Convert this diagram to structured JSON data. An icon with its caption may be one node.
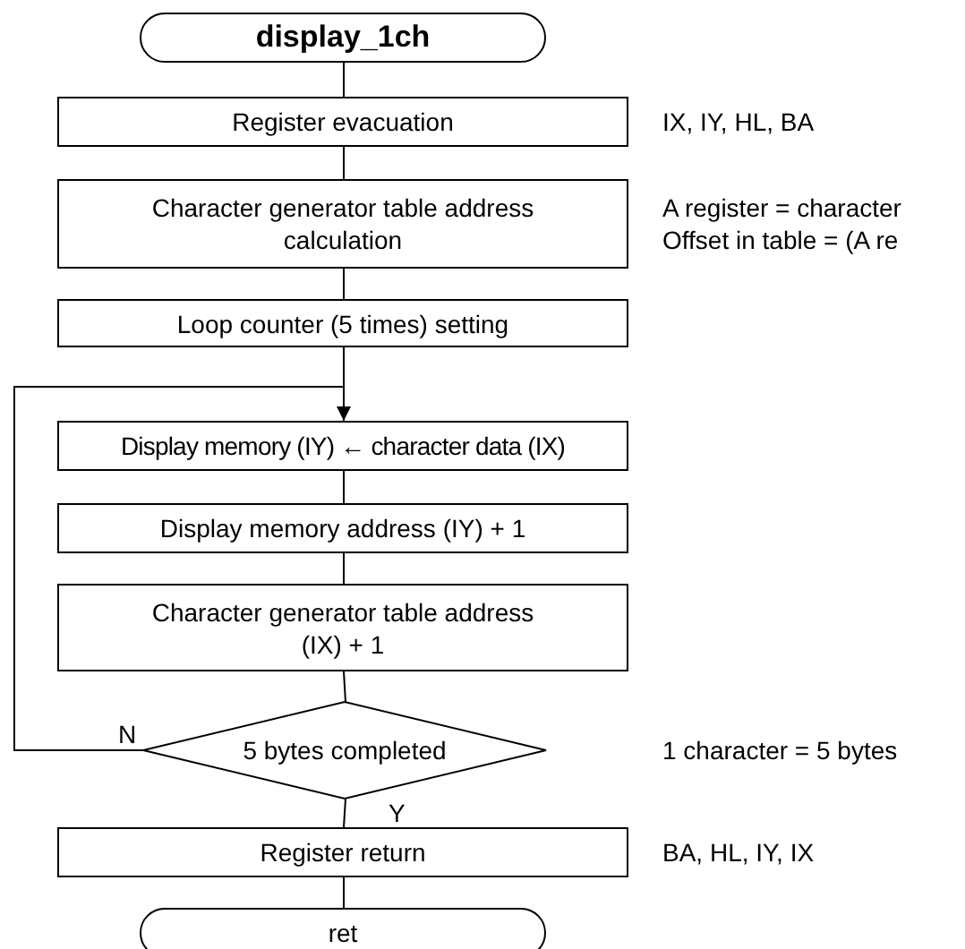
{
  "diagram": {
    "nodes": [
      {
        "text": [
          "display_1ch"
        ]
      },
      {
        "text": [
          "Register evacuation"
        ],
        "beside": [
          "IX, IY, HL, BA"
        ]
      },
      {
        "text": [
          "Character generator table address calculation"
        ],
        "beside": [
          "A register = character",
          "Offset in table = (A re"
        ]
      },
      {
        "text": [
          "Loop counter (5 times) setting"
        ]
      },
      {
        "text": [
          "Display memory (IY) ← character data (IX)"
        ]
      },
      {
        "text": [
          "Display memory address (IY) + 1"
        ]
      },
      {
        "text": [
          "Character generator table address (IX) + 1"
        ]
      },
      {
        "text": [
          "5 bytes completed"
        ]
      },
      {
        "text": [
          "Register return"
        ],
        "beside": [
          "BA, HL, IY, IX"
        ]
      },
      {
        "text": [
          "ret"
        ]
      }
    ],
    "edges": [
      {
        "from": 0,
        "to": 1,
        "arrow": "none"
      },
      {
        "from": 1,
        "to": 2,
        "arrow": "none"
      },
      {
        "from": 2,
        "to": 3,
        "arrow": "none"
      },
      {
        "from": 3,
        "to": 4,
        "arrow": "none"
      },
      {
        "from": 4,
        "to": 5,
        "arrow": "none"
      },
      {
        "from": 5,
        "to": 6,
        "arrow": "none"
      },
      {
        "from": 6,
        "to": 7,
        "arrow": "none"
      },
      {
        "from": 7,
        "to": 4,
        "arrow": "to",
        "label": "N"
      },
      {
        "from": 7,
        "to": 8,
        "arrow": "none",
        "label": "Y"
      },
      {
        "from": 8,
        "to": 9,
        "arrow": "none"
      }
    ],
    "labels": [
      "1 character = 5 bytes"
    ]
  }
}
